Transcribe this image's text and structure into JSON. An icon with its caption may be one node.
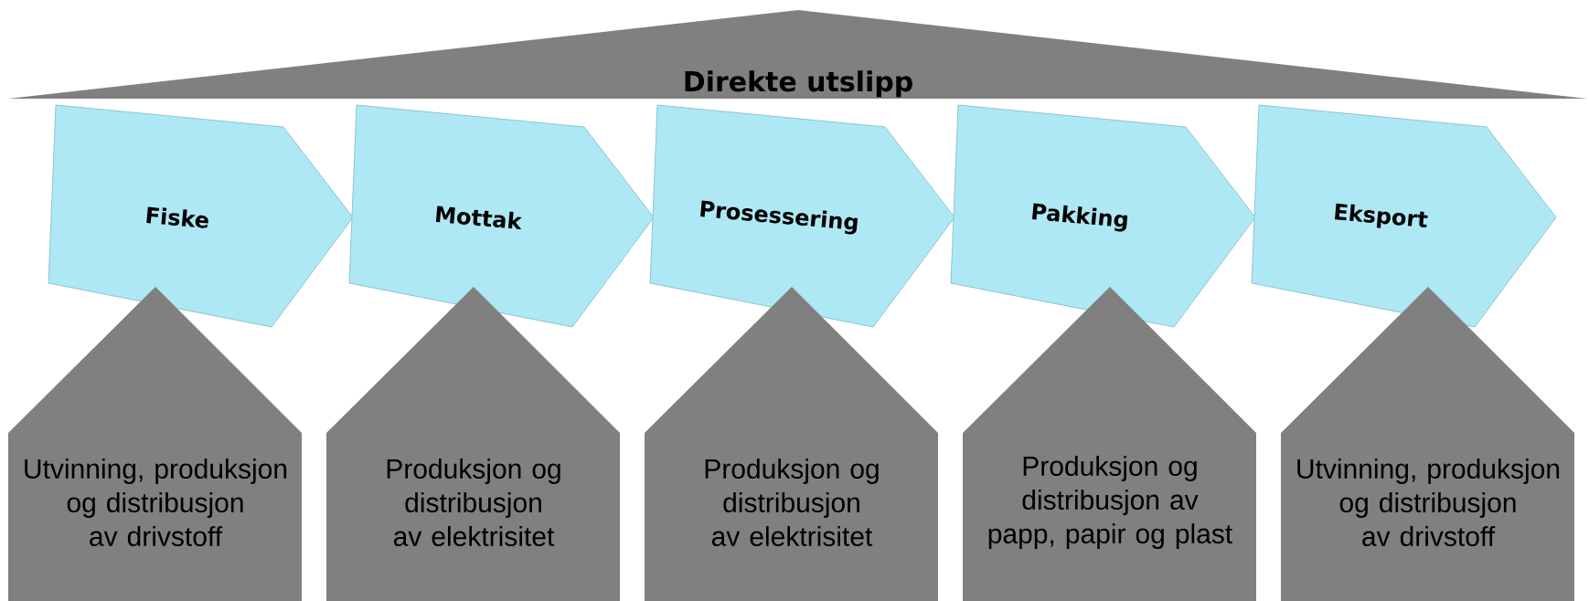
{
  "diagram": {
    "nodes": [
      {
        "text": [
          "Direkte utslipp"
        ]
      },
      {
        "text": [
          "Fiske"
        ]
      },
      {
        "text": [
          "Mottak"
        ]
      },
      {
        "text": [
          "Prosessering"
        ]
      },
      {
        "text": [
          "Pakking"
        ]
      },
      {
        "text": [
          "Eksport"
        ]
      },
      {
        "text": [
          "Utvinning, produksjon og distribusjon av drivstoff"
        ]
      },
      {
        "text": [
          "Produksjon og distribusjon av elektrisitet"
        ]
      },
      {
        "text": [
          "Produksjon og distribusjon av elektrisitet"
        ]
      },
      {
        "text": [
          "Produksjon og distribusjon av papp, papir og plast"
        ]
      },
      {
        "text": [
          "Utvinning, produksjon og distribusjon av drivstoff"
        ]
      }
    ]
  }
}
